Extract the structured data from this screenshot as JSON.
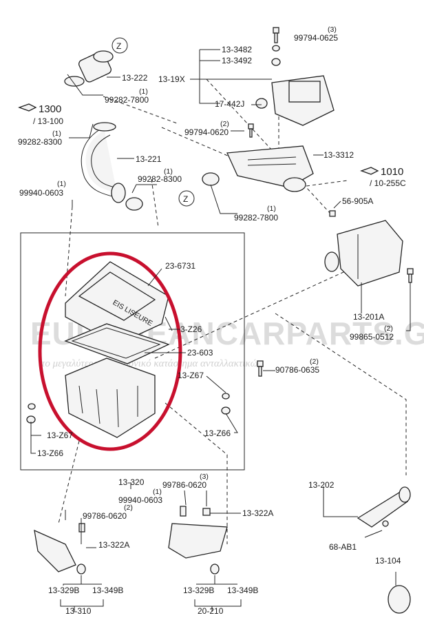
{
  "watermark": {
    "main": "EUROPEANCARPARTS.GR",
    "sub": "το μεγαλύτερο ηλεκτρονικό κατάστημα ανταλλακτικών"
  },
  "markers": {
    "z": "Z"
  },
  "refs": {
    "r1300": "1300",
    "r1300_sub": "/ 13-100",
    "r1010": "1010",
    "r1010_sub": "/ 10-255C"
  },
  "labels": {
    "p13_222": "13-222",
    "p99282_7800_top_qty": "(1)",
    "p99282_7800_top": "99282-7800",
    "p99282_8300_left_qty": "(1)",
    "p99282_8300_left": "99282-8300",
    "p13_221": "13-221",
    "p99282_8300_mid_qty": "(1)",
    "p99282_8300_mid": "99282-8300",
    "p99940_0603_qty": "(1)",
    "p99940_0603": "99940-0603",
    "p99794_0625_qty": "(3)",
    "p99794_0625": "99794-0625",
    "p13_3482": "13-3482",
    "p13_3492": "13-3492",
    "p13_19x": "13-19X",
    "p17_442j": "17-442J",
    "p99794_0620_qty": "(2)",
    "p99794_0620": "99794-0620",
    "p13_3312": "13-3312",
    "p99282_7800_bot_qty": "(1)",
    "p99282_7800_bot": "99282-7800",
    "p56_905a": "56-905A",
    "p23_6731": "23-6731",
    "p3_z26": "3-Z26",
    "p23_603": "23-603",
    "p13_201a": "13-201A",
    "p99865_0512_qty": "(2)",
    "p99865_0512": "99865-0512",
    "p90786_0635_qty": "(2)",
    "p90786_0635": "90786-0635",
    "p13_z67_r": "13-Z67",
    "p13_z66_r": "13-Z66",
    "p13_z67_l": "13-Z67",
    "p13_z66_l": "13-Z66",
    "p13_320": "13-320",
    "p99786_0620_r_qty": "(3)",
    "p99786_0620_r": "99786-0620",
    "p99940_0603_b_qty": "(1)",
    "p99940_0603_b": "99940-0603",
    "p99786_0620_l_qty": "(2)",
    "p99786_0620_l": "99786-0620",
    "p13_322a_r": "13-322A",
    "p13_322a_l": "13-322A",
    "p13_329b_l": "13-329B",
    "p13_349b_l": "13-349B",
    "p13_310": "13-310",
    "p13_329b_r": "13-329B",
    "p13_349b_r": "13-349B",
    "p20_210": "20-210",
    "p13_202": "13-202",
    "p68_ab1": "68-AB1",
    "p13_104": "13-104"
  },
  "element_text": {
    "cover_print": "EIS LISEURE"
  },
  "colors": {
    "highlight": "#c8102e",
    "ink": "#222222",
    "watermark": "#dcdcdc"
  }
}
